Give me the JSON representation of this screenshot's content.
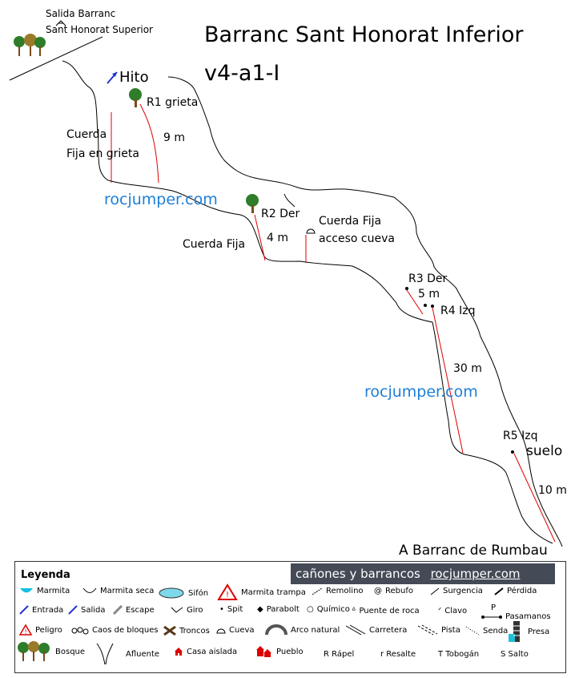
{
  "diagram": {
    "title": "Barranc Sant Honorat Inferior",
    "version": "v4-a1-I",
    "start_label_line1": "Salida Barranc",
    "start_label_line2": "Sant Honorat Superior",
    "hito": "Hito",
    "r1": "R1 grieta",
    "r1_len": "9 m",
    "rope1_line1": "Cuerda",
    "rope1_line2": "Fija en grieta",
    "watermark1": "rocjumper.com",
    "r2": "R2 Der",
    "r2_len": "4 m",
    "rope2": "Cuerda Fija",
    "cave_line1": "Cuerda Fija",
    "cave_line2": "acceso cueva",
    "r3": "R3 Der",
    "r3_len": "5 m",
    "r4": "R4 Izq",
    "r4_len": "30 m",
    "watermark2": "rocjumper.com",
    "r5": "R5 Izq",
    "suelo": "suelo",
    "r5_len": "10 m",
    "exit": "A Barranc de Rumbau"
  },
  "legend": {
    "title": "Leyenda",
    "banner_left": "cañones y barrancos",
    "banner_right": "rocjumper.com",
    "items": {
      "marmita": "Marmita",
      "marmita_seca": "Marmita seca",
      "sifon": "Sifón",
      "marmita_trampa": "Marmita trampa",
      "remolino": "Remolino",
      "rebufo": "Rebufo",
      "surgencia": "Surgencia",
      "perdida": "Pérdida",
      "entrada": "Entrada",
      "salida": "Salida",
      "escape": "Escape",
      "giro": "Giro",
      "spit": "Spit",
      "parabolt": "Parabolt",
      "quimico": "Químico",
      "puente_roca": "Puente de roca",
      "clavo": "Clavo",
      "pasamanos": "Pasamanos",
      "pasamanos_p": "P",
      "peligro": "Peligro",
      "caos": "Caos de bloques",
      "troncos": "Troncos",
      "cueva": "Cueva",
      "arco": "Arco natural",
      "carretera": "Carretera",
      "pista": "Pista",
      "senda": "Senda",
      "presa": "Presa",
      "bosque": "Bosque",
      "afluente": "Afluente",
      "casa": "Casa aislada",
      "pueblo": "Pueblo",
      "rapel": "R Rápel",
      "resalte": "r Resalte",
      "tobogan": "T Tobogán",
      "salto": "S Salto"
    }
  }
}
